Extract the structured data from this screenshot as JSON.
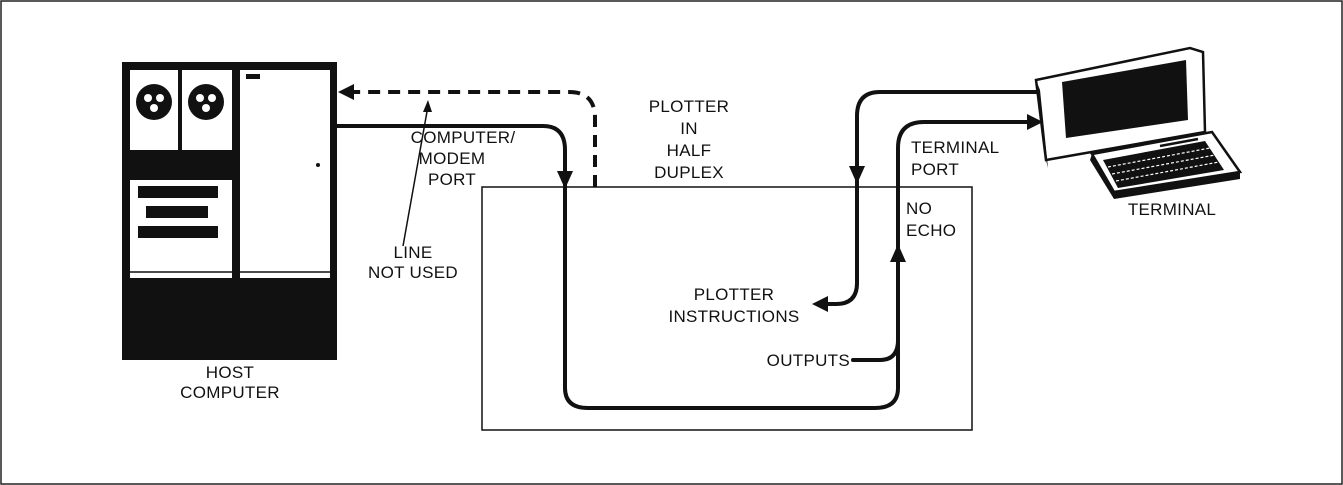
{
  "labels": {
    "host_line1": "HOST",
    "host_line2": "COMPUTER",
    "port_line1": "COMPUTER/",
    "port_line2": "MODEM",
    "port_line3": "PORT",
    "plotter_line1": "PLOTTER",
    "plotter_line2": "IN",
    "plotter_line3": "HALF",
    "plotter_line4": "DUPLEX",
    "unused_line1": "LINE",
    "unused_line2": "NOT USED",
    "instr_line1": "PLOTTER",
    "instr_line2": "INSTRUCTIONS",
    "outputs": "OUTPUTS",
    "term_port_line1": "TERMINAL",
    "term_port_line2": "PORT",
    "echo_line1": "NO",
    "echo_line2": "ECHO",
    "terminal": "TERMINAL"
  },
  "colors": {
    "ink": "#111111",
    "paper": "#ffffff"
  }
}
